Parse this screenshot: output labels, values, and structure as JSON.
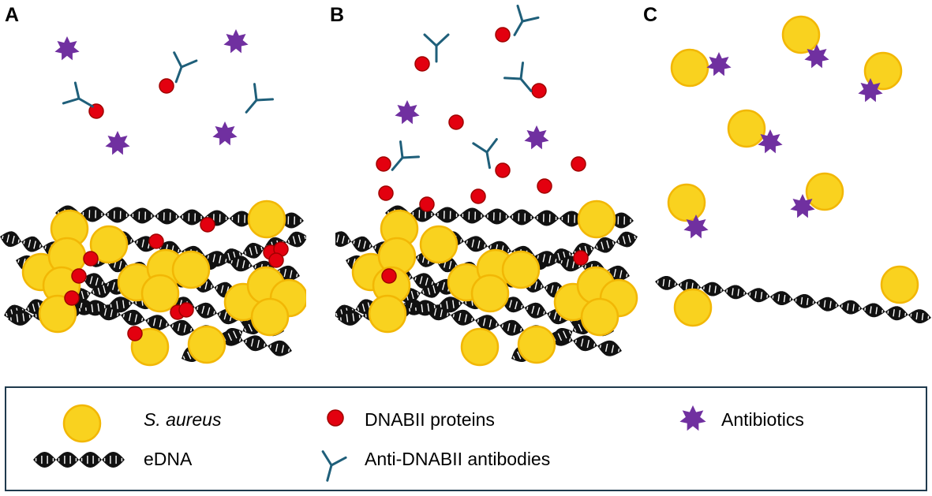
{
  "panels": {
    "a": {
      "label": "A"
    },
    "b": {
      "label": "B"
    },
    "c": {
      "label": "C"
    }
  },
  "legend": {
    "s_aureus": {
      "label_italic": "S. aureus",
      "label_rest": ""
    },
    "dnabii": {
      "label": "DNABII proteins"
    },
    "antibiotics": {
      "label": "Antibiotics"
    },
    "edna": {
      "label": "eDNA"
    },
    "antibodies": {
      "label": "Anti-DNABII antibodies"
    }
  },
  "colors": {
    "s_aureus_fill": "#F9D21F",
    "s_aureus_stroke": "#F2B705",
    "dnabii_fill": "#E3000F",
    "dnabii_stroke": "#A00000",
    "antibiotic": "#7030A0",
    "antibody": "#1F5F7A",
    "edna": "#111111",
    "legend_border": "#1F3A4D"
  },
  "icons": {
    "s_aureus": "yellow-circle",
    "dnabii": "red-dot",
    "antibiotic": "purple-star",
    "edna": "dna-double-helix",
    "antibody": "y-shape"
  }
}
